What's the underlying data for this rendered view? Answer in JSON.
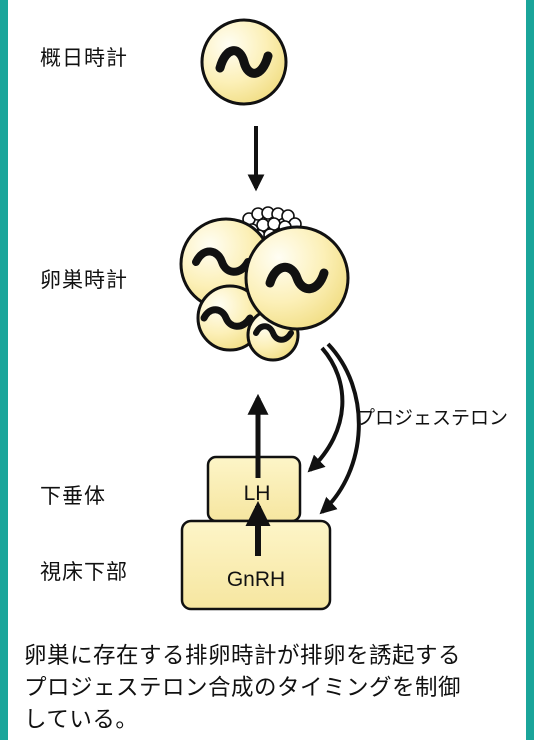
{
  "labels": {
    "circadian_clock": "概日時計",
    "ovarian_clock": "卵巣時計",
    "pituitary": "下垂体",
    "hypothalamus": "視床下部",
    "progesterone": "プロジェステロン"
  },
  "boxes": {
    "lh": "LH",
    "gnrh": "GnRH"
  },
  "caption": {
    "line1": "卵巣に存在する排卵時計が排卵を誘起する",
    "line2": "プロジェステロン合成のタイミングを制御",
    "line3": "している。"
  },
  "colors": {
    "frame": "#1aa59a",
    "circle_fill": "#fcefb4",
    "box_fill": "#fcefb4",
    "ink": "#111111"
  }
}
